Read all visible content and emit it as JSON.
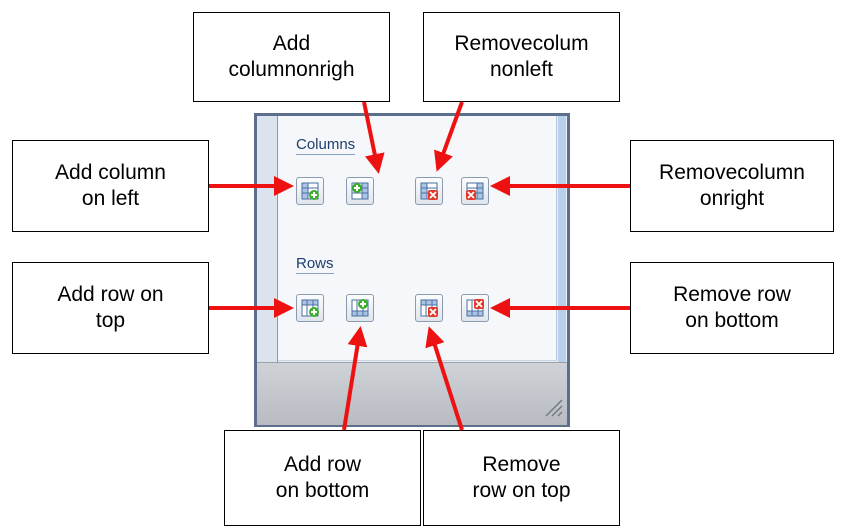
{
  "groups": {
    "columns_label": "Columns",
    "rows_label": "Rows"
  },
  "callouts": {
    "add_col_right": [
      "Add",
      "columnonrigh"
    ],
    "remove_col_left": [
      "Removecolum",
      "nonleft"
    ],
    "add_col_left": [
      "Add column",
      "on left"
    ],
    "remove_col_right": [
      "Removecolumn",
      "onright"
    ],
    "add_row_top": [
      "Add row on",
      "top"
    ],
    "remove_row_bottom": [
      "Remove row",
      "on bottom"
    ],
    "add_row_bottom": [
      "Add row",
      "on bottom"
    ],
    "remove_row_top": [
      "Remove",
      "row on top"
    ]
  },
  "colors": {
    "arrow": "#ee1111",
    "add_badge": "#3cae2a",
    "remove_badge": "#e0392b",
    "panel_frame": "#5b6f8c"
  },
  "icons": {
    "add": "plus-badge",
    "remove": "x-badge"
  }
}
